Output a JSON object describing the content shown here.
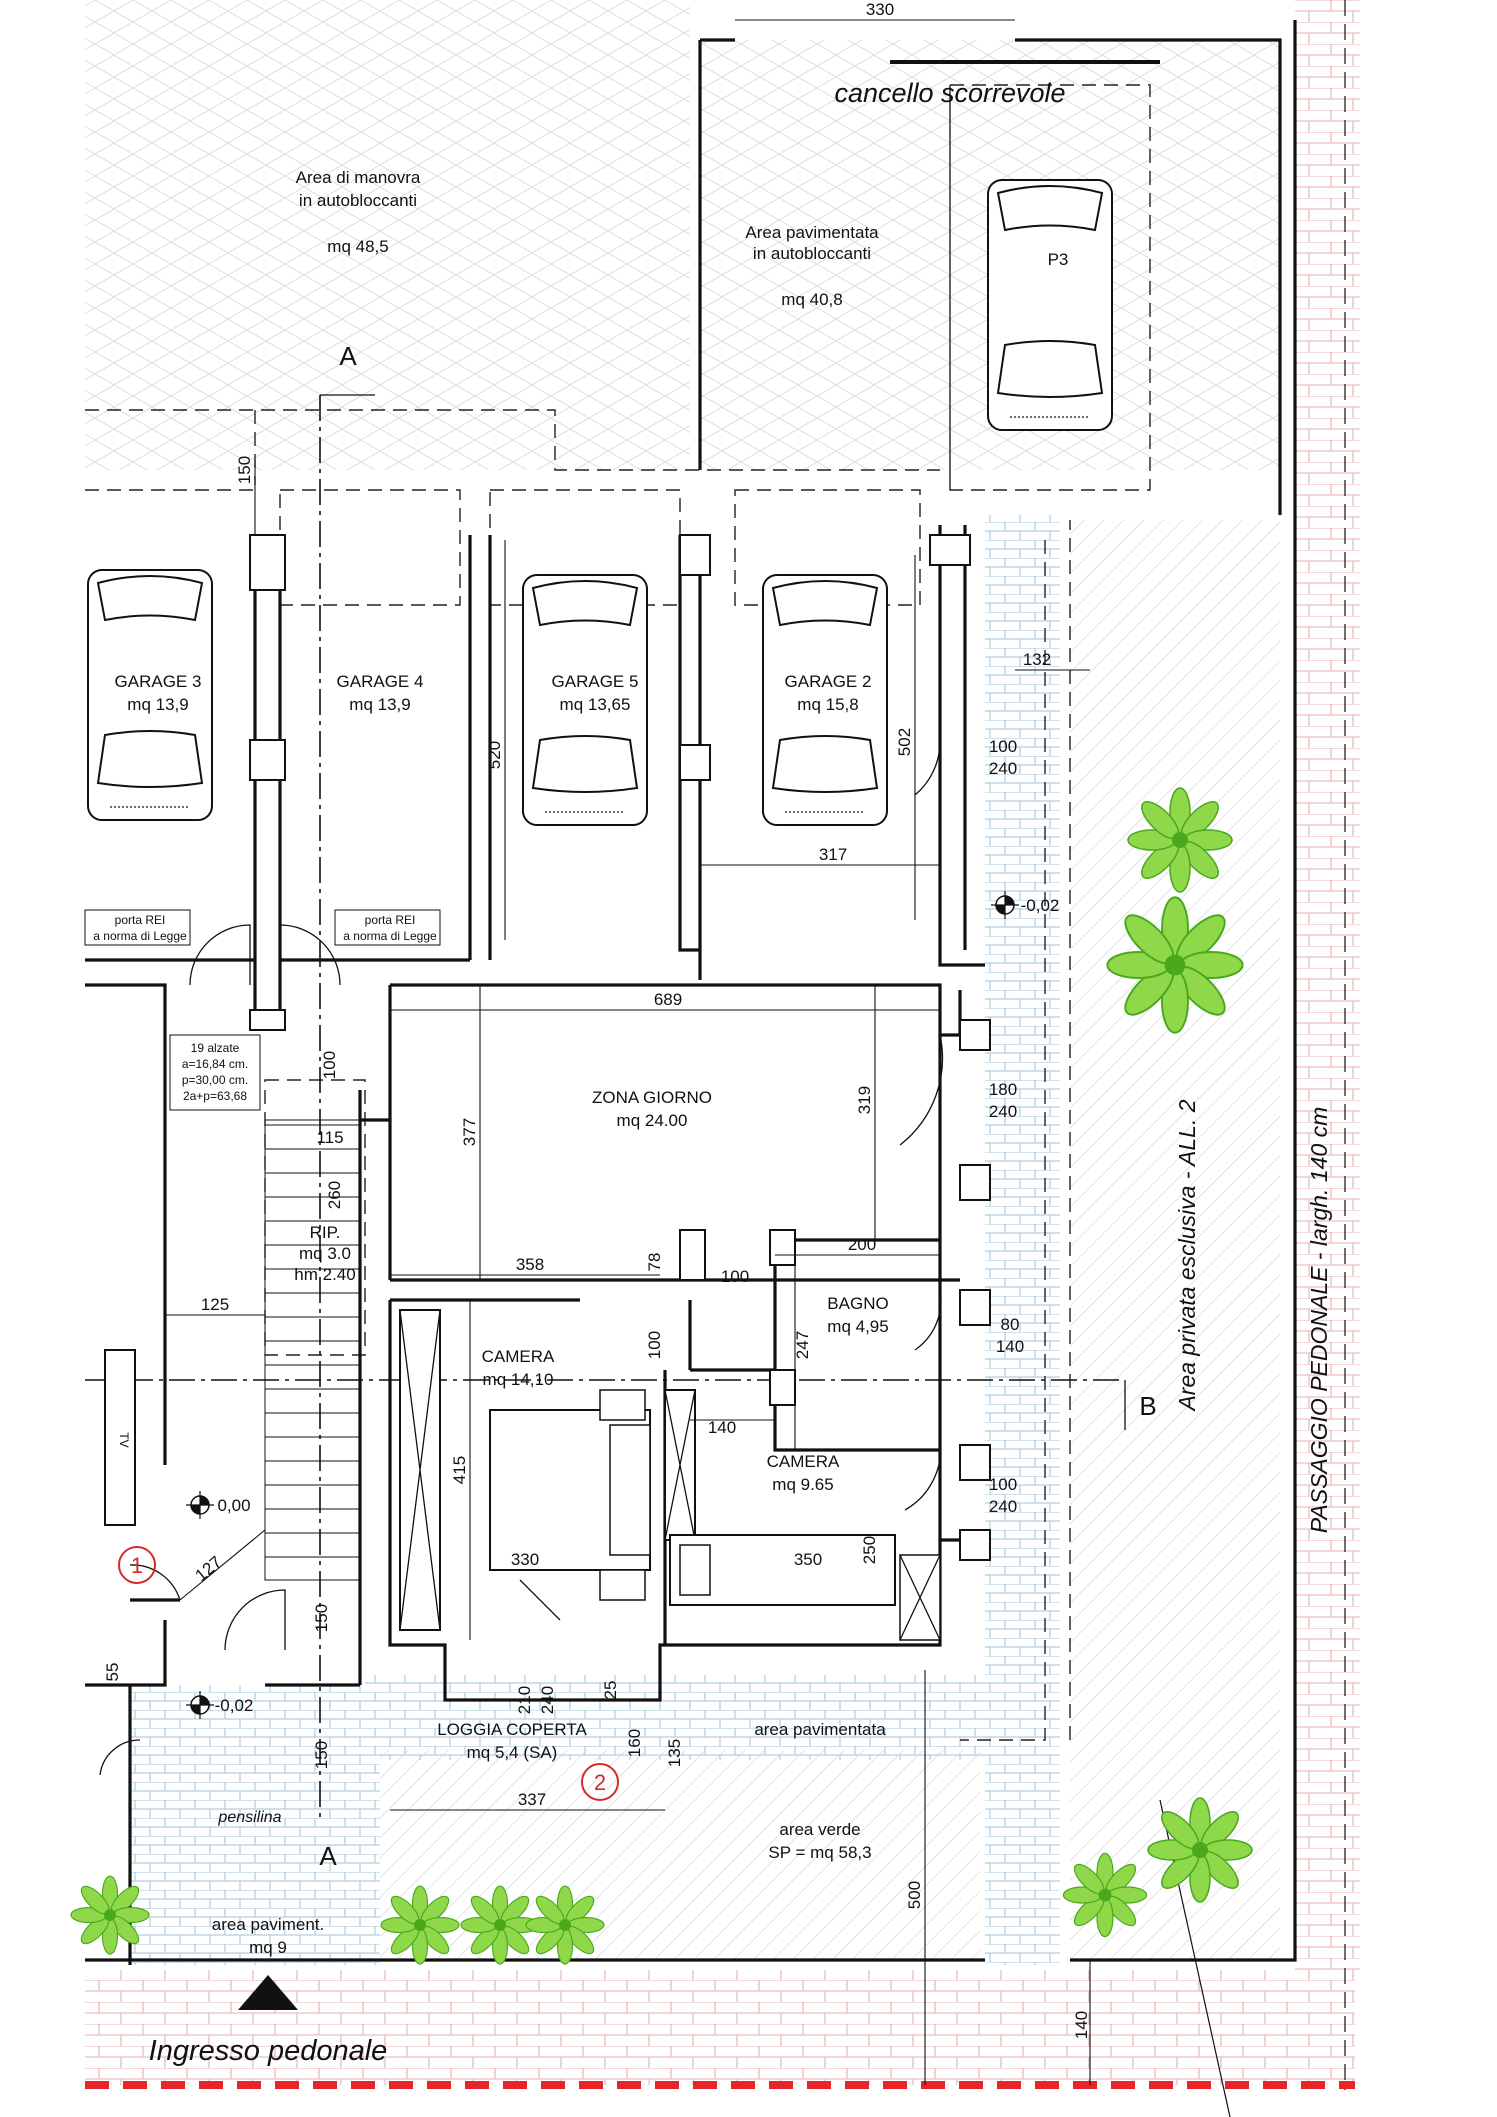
{
  "site": {
    "gate": "cancello scorrevole",
    "pedestrian_entrance": "Ingresso pedonale",
    "pedestrian_passage": "PASSAGGIO PEDONALE - largh. 140 cm",
    "private_area": "Area privata esclusiva - ALL. 2",
    "section_a": "A",
    "section_b": "B"
  },
  "areas": {
    "maneuver": [
      "Area di manovra",
      "in autobloccanti",
      "mq 48,5"
    ],
    "paved_top": [
      "Area pavimentata",
      "in autobloccanti",
      "mq 40,8"
    ],
    "parking": "P3",
    "paved_strip": "area pavimentata",
    "green": [
      "area verde",
      "SP = mq 58,3"
    ],
    "paved_small": [
      "area paviment.",
      "mq 9"
    ],
    "pensilina": "pensilina"
  },
  "rooms": {
    "garage3": [
      "GARAGE 3",
      "mq 13,9"
    ],
    "garage4": [
      "GARAGE 4",
      "mq 13,9"
    ],
    "garage5": [
      "GARAGE 5",
      "mq 13,65"
    ],
    "garage2": [
      "GARAGE 2",
      "mq 15,8"
    ],
    "zona_giorno": [
      "ZONA GIORNO",
      "mq 24.00"
    ],
    "bagno": [
      "BAGNO",
      "mq 4,95"
    ],
    "camera1": [
      "CAMERA",
      "mq 14,10"
    ],
    "camera2": [
      "CAMERA",
      "mq 9.65"
    ],
    "loggia": [
      "LOGGIA COPERTA",
      "mq 5,4 (SA)"
    ],
    "rip": [
      "RIP.",
      "mq 3.0",
      "hm 2.40"
    ]
  },
  "notes": {
    "porta_rei": [
      "porta REI",
      "a norma di Legge"
    ],
    "stairs": [
      "19 alzate",
      "a=16,84 cm.",
      "p=30,00 cm.",
      "2a+p=63,68"
    ],
    "tv": "TV"
  },
  "levels": {
    "level_right": "-0,02",
    "level_zero": "0,00",
    "level_left": "-0,02"
  },
  "markers": {
    "m1": "1",
    "m2": "2"
  },
  "dims": {
    "d330": "330",
    "d150a": "150",
    "d132": "132",
    "d520": "520",
    "d502": "502",
    "d317": "317",
    "w100_240a": [
      "100",
      "240"
    ],
    "d689": "689",
    "d100a": "100",
    "d377": "377",
    "d319": "319",
    "w180_240": [
      "180",
      "240"
    ],
    "d115": "115",
    "d260": "260",
    "d358": "358",
    "d78": "78",
    "d100b": "100",
    "d200": "200",
    "d125": "125",
    "d100c": "100",
    "d247": "247",
    "w80_140": [
      "80",
      "140"
    ],
    "d140a": "140",
    "d415": "415",
    "w100_240b": [
      "100",
      "240"
    ],
    "d330b": "330",
    "d350": "350",
    "d250": "250",
    "d127": "127",
    "d150b": "150",
    "d55": "55",
    "d210": "210",
    "d240": "240",
    "d25": "25",
    "d160": "160",
    "d135": "135",
    "d150c": "150",
    "d337": "337",
    "d500": "500",
    "d140b": "140"
  },
  "colors": {
    "wall": "#111111",
    "hatch": "#d9d9d9",
    "brick": "#e6b0b0",
    "paving": "#9fc6d8",
    "plant": "#6dc92c",
    "boundary": "#e8262a",
    "marker": "#d42a2a"
  }
}
